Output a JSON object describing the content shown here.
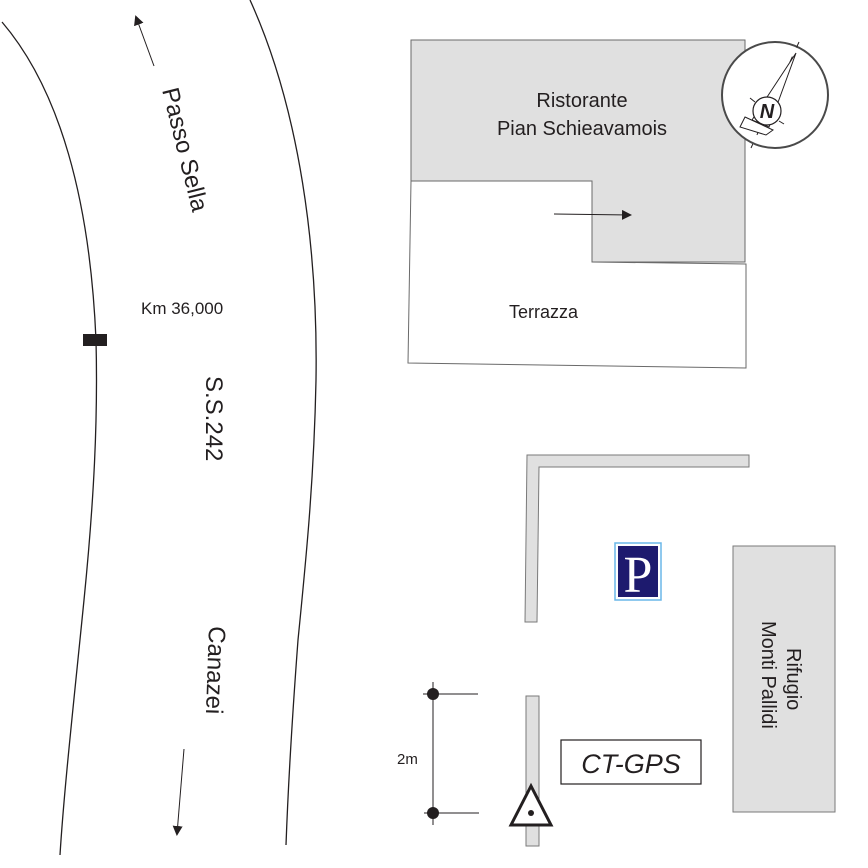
{
  "road": {
    "name": "S.S.242",
    "direction_north": "Passo Sella",
    "direction_south": "Canazei",
    "km_marker": "Km 36,000"
  },
  "buildings": {
    "restaurant_line1": "Ristorante",
    "restaurant_line2": "Pian Schieavamois",
    "terrace": "Terrazza",
    "refuge_line1": "Rifugio",
    "refuge_line2": "Monti Pallidi"
  },
  "parking": {
    "symbol": "P"
  },
  "station": {
    "label": "CT-GPS"
  },
  "scale": {
    "label": "2m"
  },
  "compass": {
    "letter": "N"
  },
  "colors": {
    "building_fill": "#e0e0e0",
    "wall_fill": "#e0e0e0",
    "parking_blue": "#1d1a6e",
    "parking_border": "#6ab7e8",
    "line": "#231f20"
  }
}
